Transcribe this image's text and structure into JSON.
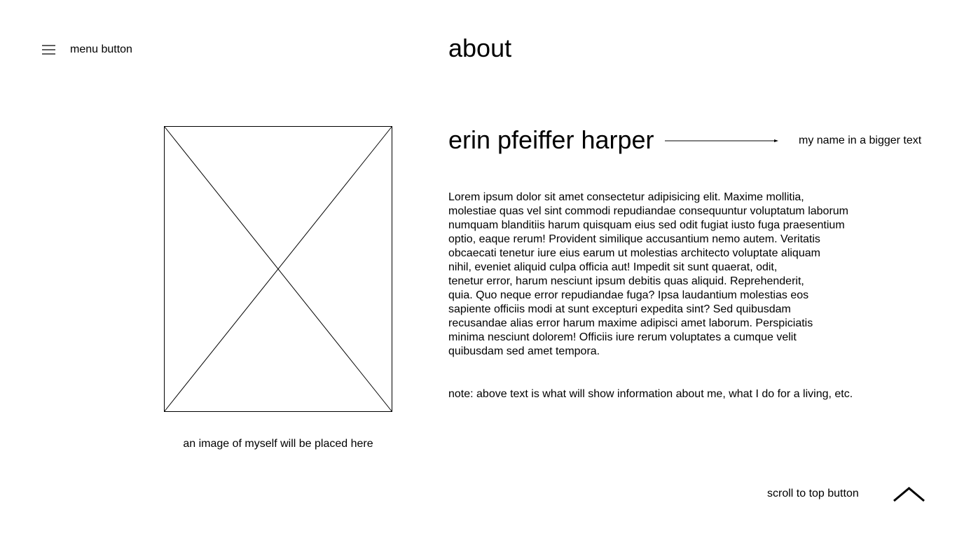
{
  "header": {
    "menu_icon": "hamburger-menu-icon",
    "menu_label": "menu button",
    "page_title": "about"
  },
  "profile": {
    "image_icon": "image-placeholder-icon",
    "image_caption": "an image of myself will be placed here",
    "name": "erin pfeiffer harper",
    "name_annotation": "my name in a bigger text",
    "annotation_icon": "arrow-right-icon",
    "bio_lines": [
      "Lorem ipsum dolor sit amet consectetur adipisicing elit. Maxime mollitia,",
      "molestiae quas vel sint commodi repudiandae consequuntur voluptatum laborum",
      "numquam blanditiis harum quisquam eius sed odit fugiat iusto fuga praesentium",
      "optio, eaque rerum! Provident similique accusantium nemo autem. Veritatis",
      "obcaecati tenetur iure eius earum ut molestias architecto voluptate aliquam",
      "nihil, eveniet aliquid culpa officia aut! Impedit sit sunt quaerat, odit,",
      "tenetur error, harum nesciunt ipsum debitis quas aliquid. Reprehenderit,",
      "quia. Quo neque error repudiandae fuga? Ipsa laudantium molestias eos",
      "sapiente officiis modi at sunt excepturi expedita sint? Sed quibusdam",
      "recusandae alias error harum maxime adipisci amet laborum. Perspiciatis",
      "minima nesciunt dolorem! Officiis iure rerum voluptates a cumque velit",
      "quibusdam sed amet tempora."
    ],
    "note": "note: above text is what will show information about me, what I do for a living, etc."
  },
  "footer": {
    "scroll_label": "scroll to top button",
    "scroll_icon": "chevron-up-icon"
  },
  "colors": {
    "background": "#ffffff",
    "foreground": "#000000"
  }
}
